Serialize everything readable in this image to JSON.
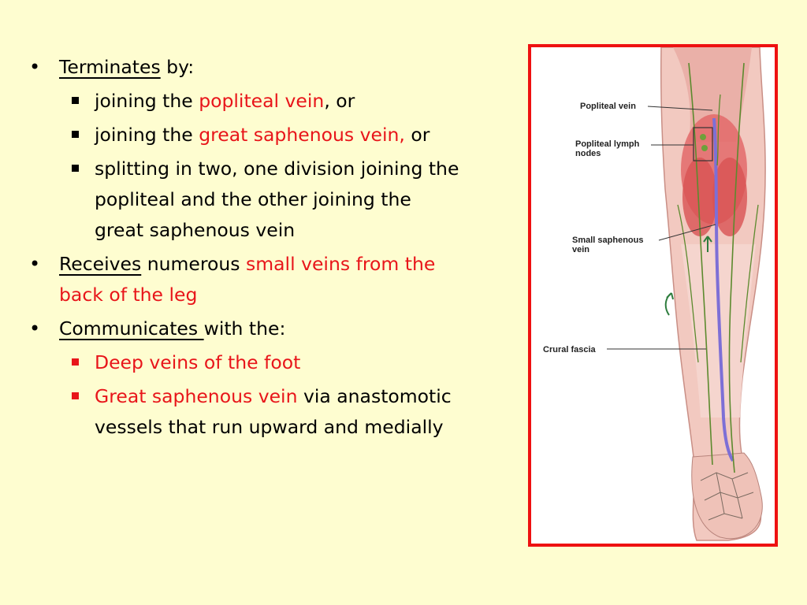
{
  "bullets": {
    "terminates": {
      "term": "Terminates",
      "rest": " by:"
    },
    "sub1": {
      "pre": "joining the ",
      "red": "popliteal vein",
      "post": ", or"
    },
    "sub2": {
      "pre": "joining the ",
      "red": "great saphenous vein,",
      "post": " or"
    },
    "sub3": {
      "line1": "splitting in two, one division joining the",
      "line2": "popliteal and the other joining the",
      "line3": "great saphenous vein"
    },
    "receives": {
      "term": "Receives",
      "mid": " numerous ",
      "red1": "small veins from the",
      "red2": "back of the leg"
    },
    "communicates": {
      "term": "Communicates ",
      "rest": "with the:"
    },
    "sub4": {
      "red": "Deep veins of the foot"
    },
    "sub5": {
      "red": "Great saphenous vein",
      "rest": " via anastomotic",
      "line2": "vessels that run upward and medially"
    }
  },
  "figure": {
    "labels": {
      "popliteal_vein": "Popliteal vein",
      "lymph_1": "Popliteal lymph",
      "lymph_2": "nodes",
      "small_saph_1": "Small saphenous",
      "small_saph_2": "vein",
      "crural": "Crural fascia"
    },
    "colors": {
      "border": "#ee1111",
      "vein": "#7d6fd6",
      "lymph": "#5c8a2e",
      "muscle": "#e58a8a"
    }
  }
}
